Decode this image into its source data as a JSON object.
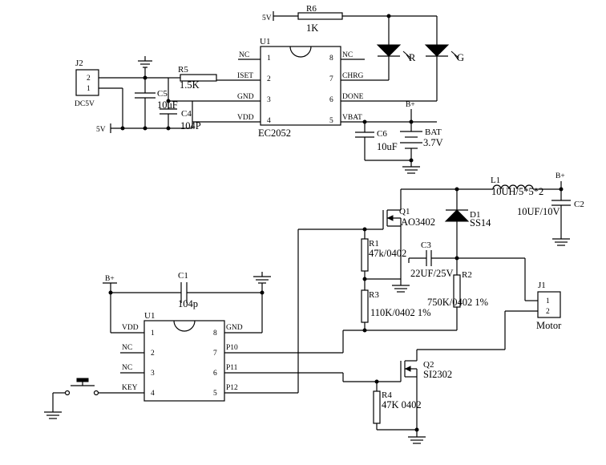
{
  "top_circuit": {
    "supply_label": "5V",
    "r6": {
      "ref": "R6",
      "value": "1K"
    },
    "r5": {
      "ref": "R5",
      "value": "1.5K"
    },
    "c5": {
      "ref": "C5",
      "value": "10uF"
    },
    "c4": {
      "ref": "C4",
      "value": "104P"
    },
    "c6": {
      "ref": "C6",
      "value": "10uF"
    },
    "j2": {
      "ref": "J2",
      "pin2": "2",
      "pin1": "1",
      "label": "DC5V"
    },
    "left_supply": "5V",
    "bat": {
      "ref": "BAT",
      "value": "3.7V",
      "node": "B+"
    },
    "led_r": "R",
    "led_g": "G",
    "u1": {
      "ref": "U1",
      "part": "EC2052",
      "left_pins": [
        {
          "num": "1",
          "name": "NC"
        },
        {
          "num": "2",
          "name": "ISET"
        },
        {
          "num": "3",
          "name": "GND"
        },
        {
          "num": "4",
          "name": "VDD"
        }
      ],
      "right_pins": [
        {
          "num": "8",
          "name": "NC"
        },
        {
          "num": "7",
          "name": "CHRG"
        },
        {
          "num": "6",
          "name": "DONE"
        },
        {
          "num": "5",
          "name": "VBAT"
        }
      ]
    }
  },
  "bottom_circuit": {
    "l1": {
      "ref": "L1",
      "value": "10UH/5*5*2"
    },
    "bplus_right": "B+",
    "c2": {
      "ref": "C2",
      "value": "10UF/10V"
    },
    "q1": {
      "ref": "Q1",
      "part": "AO3402"
    },
    "d1": {
      "ref": "D1",
      "part": "SS14"
    },
    "r1": {
      "ref": "R1",
      "value": "47k/0402"
    },
    "c3": {
      "ref": "C3",
      "value": "22UF/25V"
    },
    "r2": {
      "ref": "R2",
      "value": "750K/0402  1%"
    },
    "r3": {
      "ref": "R3",
      "value": "110K/0402 1%"
    },
    "j1": {
      "ref": "J1",
      "pin1": "1",
      "pin2": "2",
      "label": "Motor"
    },
    "q2": {
      "ref": "Q2",
      "part": "SI2302"
    },
    "r4": {
      "ref": "R4",
      "value": "47K  0402"
    },
    "c1": {
      "ref": "C1",
      "value": "104p"
    },
    "bplus_left": "B+",
    "u1": {
      "ref": "U1",
      "left_pins": [
        {
          "num": "1",
          "name": "VDD"
        },
        {
          "num": "2",
          "name": "NC"
        },
        {
          "num": "3",
          "name": "NC"
        },
        {
          "num": "4",
          "name": "KEY"
        }
      ],
      "right_pins": [
        {
          "num": "8",
          "name": "GND"
        },
        {
          "num": "7",
          "name": "P10"
        },
        {
          "num": "6",
          "name": "P11"
        },
        {
          "num": "5",
          "name": "P12"
        }
      ]
    }
  }
}
